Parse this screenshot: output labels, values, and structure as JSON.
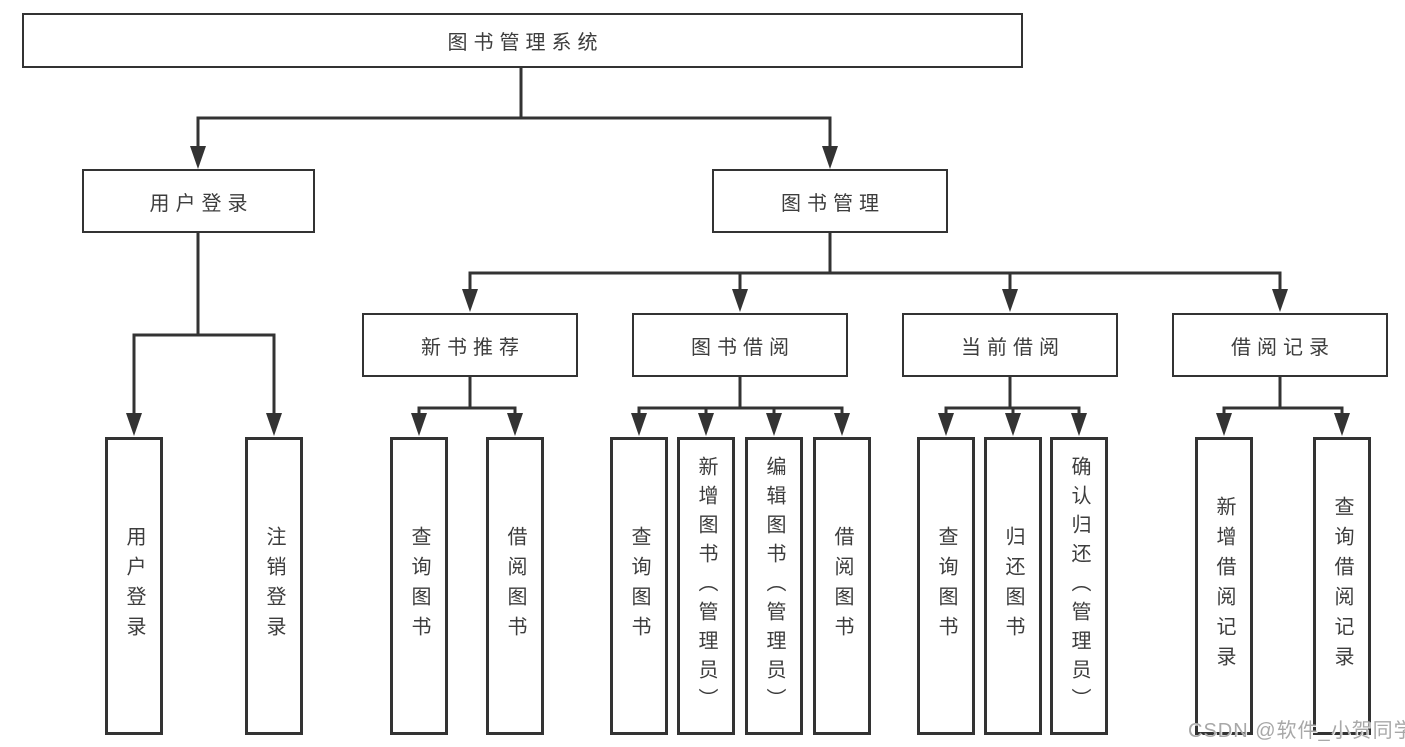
{
  "tree": {
    "root": {
      "label": "图书管理系统",
      "children": [
        {
          "label": "用户登录",
          "children": [
            {
              "label": "用户登录"
            },
            {
              "label": "注销登录"
            }
          ]
        },
        {
          "label": "图书管理",
          "children": [
            {
              "label": "新书推荐",
              "children": [
                {
                  "label": "查询图书"
                },
                {
                  "label": "借阅图书"
                }
              ]
            },
            {
              "label": "图书借阅",
              "children": [
                {
                  "label": "查询图书"
                },
                {
                  "label": "新增图书（管理员）"
                },
                {
                  "label": "编辑图书（管理员）"
                },
                {
                  "label": "借阅图书"
                }
              ]
            },
            {
              "label": "当前借阅",
              "children": [
                {
                  "label": "查询图书"
                },
                {
                  "label": "归还图书"
                },
                {
                  "label": "确认归还（管理员）"
                }
              ]
            },
            {
              "label": "借阅记录",
              "children": [
                {
                  "label": "新增借阅记录"
                },
                {
                  "label": "查询借阅记录"
                }
              ]
            }
          ]
        }
      ]
    }
  },
  "watermark": "CSDN @软件_小贺同学",
  "colors": {
    "line": "#333333",
    "box_border": "#333333",
    "text": "#3d3d3d",
    "background": "#ffffff",
    "watermark": "#a8a8a8"
  }
}
